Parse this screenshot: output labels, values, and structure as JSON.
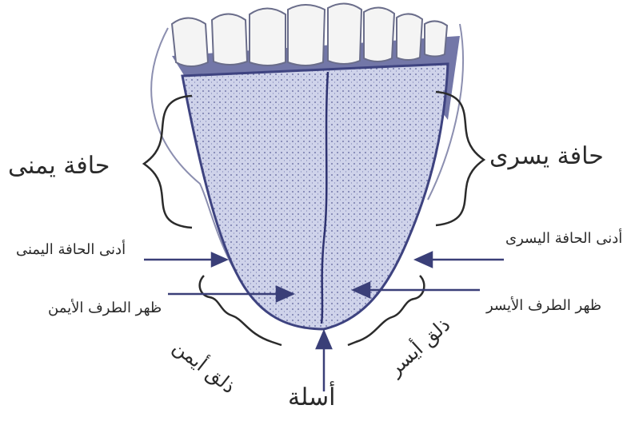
{
  "labels": {
    "right_edge": "حافة يمنى",
    "left_edge": "حافة يسرى",
    "lower_right_edge": "أدنى الحافة اليمنى",
    "lower_left_edge": "أدنى الحافة اليسرى",
    "right_tip_back": "ظهر الطرف الأيمن",
    "left_tip_back": "ظهر الطرف الأيسر",
    "right_frenum": "ذلق أيمن",
    "left_frenum": "ذلق أيسر",
    "tip": "أسلة"
  },
  "colors": {
    "tongue": "#c9cde6",
    "tongue_shadow": "#4a4f8c",
    "teeth": "#f4f4f4",
    "ink": "#2b2b2b",
    "arrow": "#3a3f78"
  }
}
